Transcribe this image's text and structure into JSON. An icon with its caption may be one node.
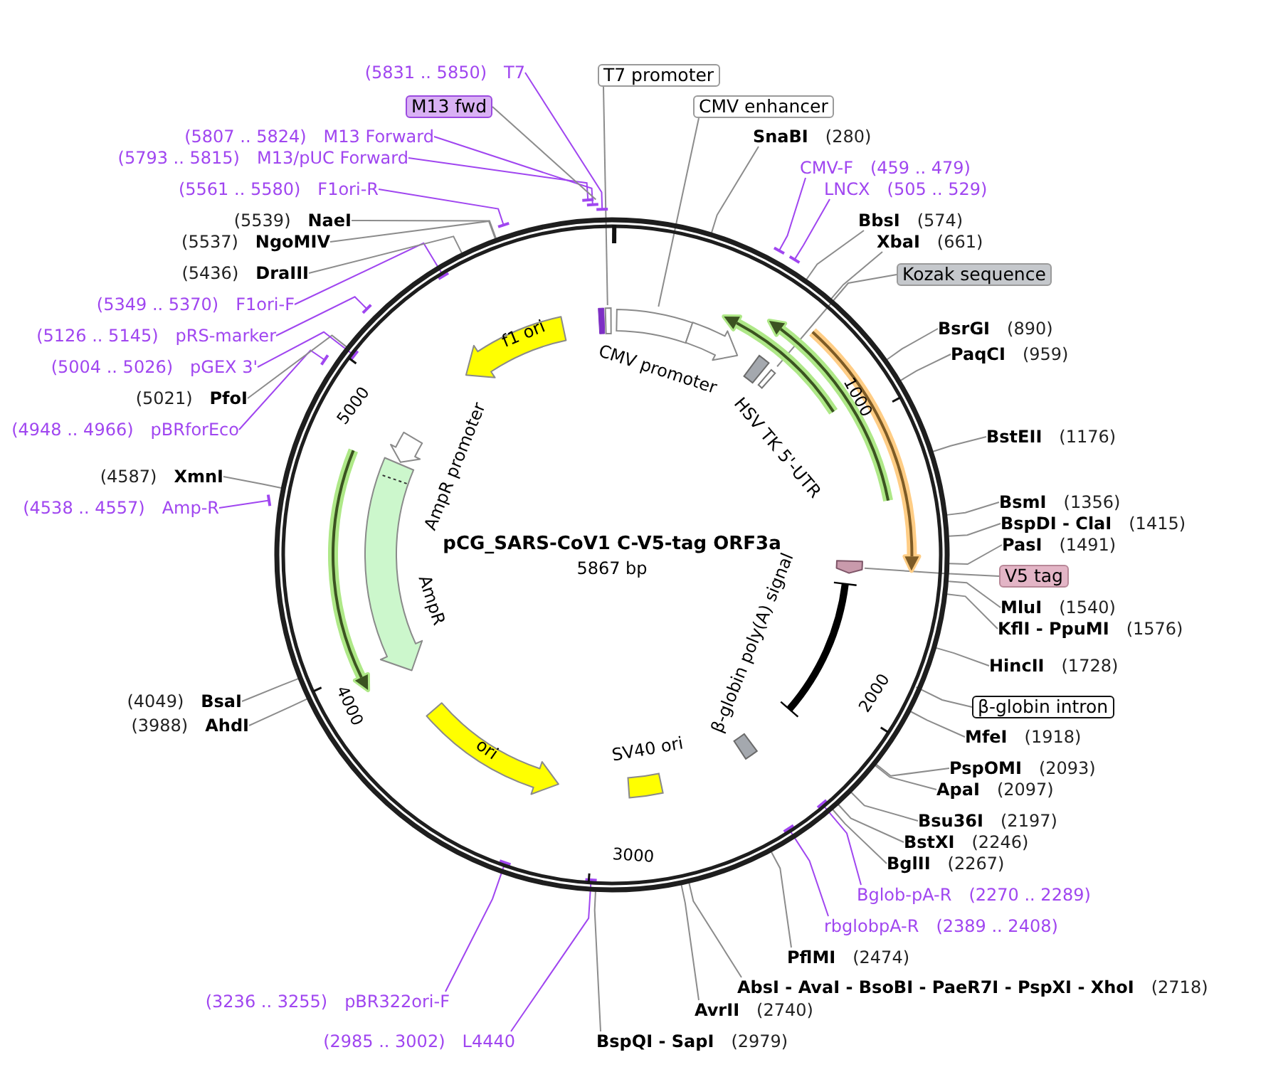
{
  "diagram": {
    "nodes": [
      {
        "text": [
          "T7 promoter"
        ]
      },
      {
        "text": [
          "CMV enhancer"
        ]
      },
      {
        "text": [
          "SnaBI",
          "(280)"
        ]
      },
      {
        "text": [
          "CMV-F",
          "(459 .. 479)"
        ]
      },
      {
        "text": [
          "LNCX",
          "(505 .. 529)"
        ]
      },
      {
        "text": [
          "BbsI",
          "(574)"
        ]
      },
      {
        "text": [
          "XbaI",
          "(661)"
        ]
      },
      {
        "text": [
          "Kozak sequence"
        ]
      },
      {
        "text": [
          "BsrGI",
          "(890)"
        ]
      },
      {
        "text": [
          "PaqCI",
          "(959)"
        ]
      },
      {
        "text": [
          "BstEII",
          "(1176)"
        ]
      },
      {
        "text": [
          "BsmI",
          "(1356)"
        ]
      },
      {
        "text": [
          "BspDI - ClaI",
          "(1415)"
        ]
      },
      {
        "text": [
          "PasI",
          "(1491)"
        ]
      },
      {
        "text": [
          "V5 tag"
        ]
      },
      {
        "text": [
          "MluI",
          "(1540)"
        ]
      },
      {
        "text": [
          "KflI - PpuMI",
          "(1576)"
        ]
      },
      {
        "text": [
          "HincII",
          "(1728)"
        ]
      },
      {
        "text": [
          "β-globin intron"
        ]
      },
      {
        "text": [
          "MfeI",
          "(1918)"
        ]
      },
      {
        "text": [
          "PspOMI",
          "(2093)"
        ]
      },
      {
        "text": [
          "ApaI",
          "(2097)"
        ]
      },
      {
        "text": [
          "Bsu36I",
          "(2197)"
        ]
      },
      {
        "text": [
          "BstXI",
          "(2246)"
        ]
      },
      {
        "text": [
          "BglII",
          "(2267)"
        ]
      },
      {
        "text": [
          "Bglob-pA-R",
          "(2270 .. 2289)"
        ]
      },
      {
        "text": [
          "rbglobpA-R",
          "(2389 .. 2408)"
        ]
      },
      {
        "text": [
          "PflMI",
          "(2474)"
        ]
      },
      {
        "text": [
          "AbsI - AvaI - BsoBI - PaeR7I - PspXI - XhoI",
          "(2718)"
        ]
      },
      {
        "text": [
          "AvrII",
          "(2740)"
        ]
      },
      {
        "text": [
          "BspQI - SapI",
          "(2979)"
        ]
      },
      {
        "text": [
          "(2985 .. 3002)",
          "L4440"
        ]
      },
      {
        "text": [
          "(3236 .. 3255)",
          "pBR322ori-F"
        ]
      },
      {
        "text": [
          "(3988)",
          "AhdI"
        ]
      },
      {
        "text": [
          "(4049)",
          "BsaI"
        ]
      },
      {
        "text": [
          "(4538 .. 4557)",
          "Amp-R"
        ]
      },
      {
        "text": [
          "(4587)",
          "XmnI"
        ]
      },
      {
        "text": [
          "(4948 .. 4966)",
          "pBRforEco"
        ]
      },
      {
        "text": [
          "(5021)",
          "PfoI"
        ]
      },
      {
        "text": [
          "(5004 .. 5026)",
          "pGEX 3'"
        ]
      },
      {
        "text": [
          "(5126 .. 5145)",
          "pRS-marker"
        ]
      },
      {
        "text": [
          "(5349 .. 5370)",
          "F1ori-F"
        ]
      },
      {
        "text": [
          "(5436)",
          "DraIII"
        ]
      },
      {
        "text": [
          "(5537)",
          "NgoMIV"
        ]
      },
      {
        "text": [
          "(5539)",
          "NaeI"
        ]
      },
      {
        "text": [
          "(5561 .. 5580)",
          "F1ori-R"
        ]
      },
      {
        "text": [
          "(5793 .. 5815)",
          "M13/pUC Forward"
        ]
      },
      {
        "text": [
          "(5807 .. 5824)",
          "M13 Forward"
        ]
      },
      {
        "text": [
          "M13 fwd"
        ]
      },
      {
        "text": [
          "(5831 .. 5850)",
          "T7"
        ]
      },
      {
        "text": [
          "pCG_SARS-CoV1 C-V5-tag ORF3a",
          "5867 bp"
        ]
      },
      {
        "text": [],
        "shape": "bar",
        "in": 50
      },
      {
        "text": [],
        "shape": "box",
        "in": 50
      },
      {
        "text": [],
        "shape": "box",
        "in": 50
      },
      {
        "text": [],
        "shape": "arrow",
        "beside": [
          "CMV promoter"
        ],
        "in": 50
      },
      {
        "text": [],
        "shape": "arrow",
        "in": 50
      },
      {
        "text": [],
        "shape": "box",
        "in": 55
      },
      {
        "text": [],
        "shape": "box",
        "in": 55
      },
      {
        "text": [],
        "shape": "arrow",
        "in": 50
      },
      {
        "text": [],
        "shape": "arrow",
        "in": 50
      },
      {
        "text": [],
        "shape": "arrow",
        "in": 50
      },
      {
        "text": [],
        "shape": "arc",
        "beside": [
          "β-globin poly(A) signal"
        ],
        "in": 50
      },
      {
        "text": [],
        "shape": "box",
        "in": 50
      },
      {
        "text": [],
        "shape": "box",
        "beside": [
          "SV40 ori"
        ],
        "in": 50
      },
      {
        "text": [
          "ori"
        ],
        "in": 50
      },
      {
        "text": [],
        "shape": "arrow",
        "beside": [
          "AmpR"
        ],
        "in": 50
      },
      {
        "text": [],
        "shape": "arrow",
        "beside": [
          "AmpR promoter"
        ],
        "in": 50
      },
      {
        "text": [
          "f1 ori"
        ],
        "in": 50
      }
    ],
    "edges": [
      {
        "from": 0,
        "to": 52,
        "arrow": "none"
      },
      {
        "from": 1,
        "to": 53,
        "arrow": "none"
      },
      {
        "from": 2,
        "to": 50,
        "arrow": "none"
      },
      {
        "from": 3,
        "to": 50,
        "arrow": "other",
        "color": "#a046f0"
      },
      {
        "from": 4,
        "to": 50,
        "arrow": "other",
        "color": "#a046f0"
      },
      {
        "from": 5,
        "to": 50,
        "arrow": "none"
      },
      {
        "from": 6,
        "to": 50,
        "arrow": "none"
      },
      {
        "from": 7,
        "to": 57,
        "arrow": "none"
      },
      {
        "from": 8,
        "to": 50,
        "arrow": "none"
      },
      {
        "from": 9,
        "to": 50,
        "arrow": "none"
      },
      {
        "from": 10,
        "to": 50,
        "arrow": "none"
      },
      {
        "from": 11,
        "to": 50,
        "arrow": "none"
      },
      {
        "from": 12,
        "to": 50,
        "arrow": "none"
      },
      {
        "from": 13,
        "to": 50,
        "arrow": "none"
      },
      {
        "from": 14,
        "to": 60,
        "arrow": "none"
      },
      {
        "from": 15,
        "to": 50,
        "arrow": "none"
      },
      {
        "from": 16,
        "to": 50,
        "arrow": "none"
      },
      {
        "from": 17,
        "to": 50,
        "arrow": "none"
      },
      {
        "from": 18,
        "to": 50,
        "arrow": "none"
      },
      {
        "from": 19,
        "to": 50,
        "arrow": "none"
      },
      {
        "from": 20,
        "to": 50,
        "arrow": "none"
      },
      {
        "from": 21,
        "to": 50,
        "arrow": "none"
      },
      {
        "from": 22,
        "to": 50,
        "arrow": "none"
      },
      {
        "from": 23,
        "to": 50,
        "arrow": "none"
      },
      {
        "from": 24,
        "to": 50,
        "arrow": "none"
      },
      {
        "from": 25,
        "to": 50,
        "arrow": "other",
        "color": "#a046f0"
      },
      {
        "from": 26,
        "to": 50,
        "arrow": "other",
        "color": "#a046f0"
      },
      {
        "from": 27,
        "to": 50,
        "arrow": "none"
      },
      {
        "from": 28,
        "to": 50,
        "arrow": "none"
      },
      {
        "from": 29,
        "to": 50,
        "arrow": "none"
      },
      {
        "from": 30,
        "to": 50,
        "arrow": "none"
      },
      {
        "from": 31,
        "to": 50,
        "arrow": "other",
        "color": "#a046f0"
      },
      {
        "from": 32,
        "to": 50,
        "arrow": "other",
        "color": "#a046f0"
      },
      {
        "from": 33,
        "to": 50,
        "arrow": "none"
      },
      {
        "from": 34,
        "to": 50,
        "arrow": "none"
      },
      {
        "from": 35,
        "to": 50,
        "arrow": "other",
        "color": "#a046f0"
      },
      {
        "from": 36,
        "to": 50,
        "arrow": "none"
      },
      {
        "from": 37,
        "to": 50,
        "arrow": "other",
        "color": "#a046f0"
      },
      {
        "from": 38,
        "to": 50,
        "arrow": "none"
      },
      {
        "from": 39,
        "to": 50,
        "arrow": "other",
        "color": "#a046f0"
      },
      {
        "from": 40,
        "to": 50,
        "arrow": "other",
        "color": "#a046f0"
      },
      {
        "from": 41,
        "to": 50,
        "arrow": "other",
        "color": "#a046f0"
      },
      {
        "from": 42,
        "to": 50,
        "arrow": "none"
      },
      {
        "from": 43,
        "to": 50,
        "arrow": "none"
      },
      {
        "from": 44,
        "to": 50,
        "arrow": "none"
      },
      {
        "from": 45,
        "to": 50,
        "arrow": "other",
        "color": "#a046f0"
      },
      {
        "from": 46,
        "to": 50,
        "arrow": "other",
        "color": "#a046f0"
      },
      {
        "from": 47,
        "to": 50,
        "arrow": "other",
        "color": "#a046f0"
      },
      {
        "from": 48,
        "to": 50,
        "arrow": "none"
      },
      {
        "from": 49,
        "to": 50,
        "arrow": "other",
        "color": "#a046f0"
      }
    ],
    "labels": [
      "5000",
      "1000",
      "HSV TK 5'-UTR",
      "2000",
      "4000",
      "3000"
    ]
  }
}
